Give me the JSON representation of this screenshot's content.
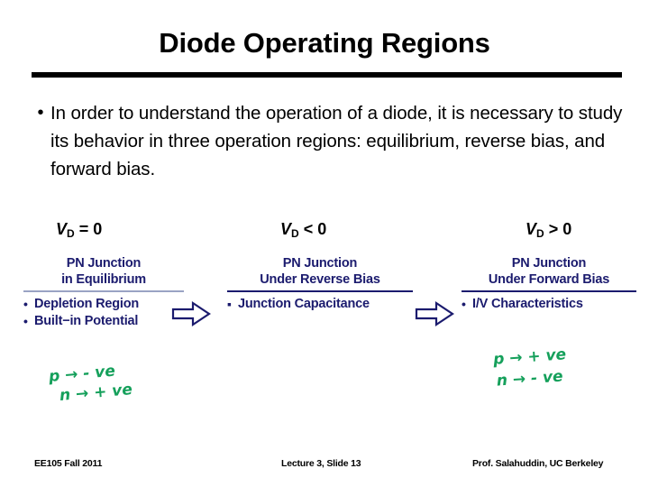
{
  "slide": {
    "title": "Diode Operating Regions",
    "bullet": {
      "marker": "•",
      "text": "In order to understand the operation of a diode, it is necessary to study its behavior in three operation regions:  equilibrium, reverse bias, and forward bias."
    }
  },
  "bias_labels": [
    {
      "variable": "V",
      "subscript": "D",
      "relation": "= 0"
    },
    {
      "variable": "V",
      "subscript": "D",
      "relation": "< 0"
    },
    {
      "variable": "V",
      "subscript": "D",
      "relation": "> 0"
    }
  ],
  "panels": [
    {
      "id": "equilibrium",
      "head_line1": "PN Junction",
      "head_line2": "in Equilibrium",
      "items": [
        {
          "dot": "•",
          "label": "Depletion Region"
        },
        {
          "dot": "•",
          "label": "Built−in Potential"
        }
      ]
    },
    {
      "id": "reverse-bias",
      "head_line1": "PN Junction",
      "head_line2": "Under Reverse Bias",
      "items": [
        {
          "dot": "▪",
          "label": "Junction Capacitance"
        }
      ]
    },
    {
      "id": "forward-bias",
      "head_line1": "PN Junction",
      "head_line2": "Under Forward Bias",
      "items": [
        {
          "dot": "•",
          "label": "I/V Characteristics"
        }
      ]
    }
  ],
  "arrows": [
    {
      "name": "flow-arrow-1",
      "glyph": "block-arrow-right"
    },
    {
      "name": "flow-arrow-2",
      "glyph": "block-arrow-right"
    }
  ],
  "ink_notes": [
    {
      "id": "equilibrium",
      "line1": "p →  - ve",
      "line2": "n → + ve"
    },
    {
      "id": "forward",
      "line1": "p → + ve",
      "line2": "n →  - ve"
    }
  ],
  "footer": {
    "course": "EE105 Fall 2011",
    "slide": "Lecture 3, Slide 13",
    "author": "Prof. Salahuddin, UC Berkeley"
  },
  "colors": {
    "navy": "#1b1b6e",
    "ink_green": "#15a05b",
    "rule_black": "#000000",
    "divider_light": "#9aa3c4"
  }
}
